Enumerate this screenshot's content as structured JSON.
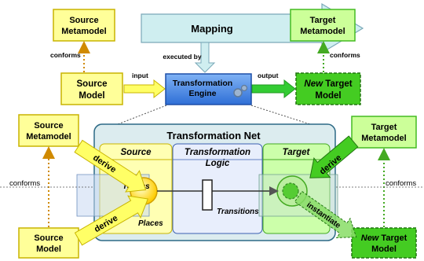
{
  "top": {
    "source_metamodel": [
      "Source",
      "Metamodel"
    ],
    "target_metamodel": [
      "Target",
      "Metamodel"
    ],
    "mapping": "Mapping",
    "executed_by": "executed by",
    "conforms_left": "conforms",
    "conforms_right": "conforms",
    "source_model": [
      "Source",
      "Model"
    ],
    "input": "input",
    "engine": [
      "Transformation",
      "Engine"
    ],
    "output": "output",
    "new_target_model": {
      "new": "New",
      "rest": " Target",
      "line2": "Model"
    }
  },
  "net": {
    "title": "Transformation Net",
    "source_header": "Source",
    "logic_header": [
      "Transformation",
      "Logic"
    ],
    "target_header": "Target",
    "tokens": "Tokens",
    "transitions": "Transitions",
    "places": "Places"
  },
  "bottom": {
    "source_metamodel": [
      "Source",
      "Metamodel"
    ],
    "target_metamodel": [
      "Target",
      "Metamodel"
    ],
    "source_model": [
      "Source",
      "Model"
    ],
    "new_target_model": {
      "new": "New",
      "rest": " Target",
      "line2": "Model"
    },
    "derive_top": "derive",
    "derive_bottom": "derive",
    "derive_target": "derive",
    "instantiate": "instantiate",
    "conforms_left": "conforms",
    "conforms_right": "conforms"
  },
  "colors": {
    "yellow_fill": "#ffff99",
    "yellow_border": "#c8b400",
    "green_fill": "#ccff99",
    "green_dark": "#44bb22",
    "engine_blue": "#4a8ee8",
    "mapping_teal": "#cfeef0",
    "net_bg": "#dcecef",
    "logic_bg": "#e8eefc"
  }
}
